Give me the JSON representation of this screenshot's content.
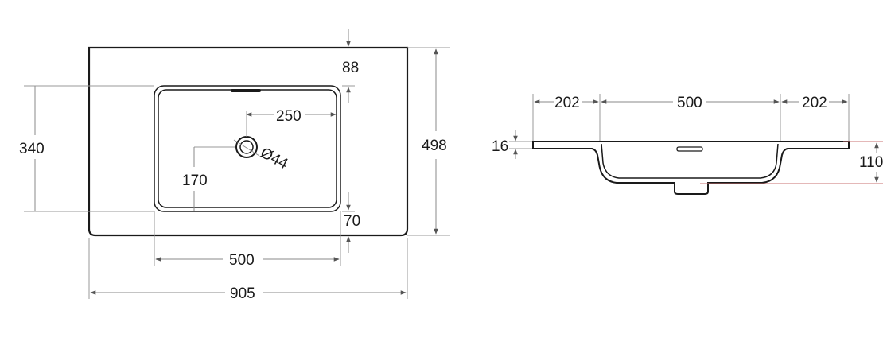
{
  "top_view": {
    "dim_top_margin": "88",
    "dim_depth": "498",
    "dim_basin_depth": "340",
    "dim_drain_from_right": "250",
    "dim_drain_diameter": "Ø44",
    "dim_drain_from_top": "170",
    "dim_front_margin": "70",
    "dim_basin_width": "500",
    "dim_total_width": "905"
  },
  "side_view": {
    "dim_left_ledge": "202",
    "dim_basin_width": "500",
    "dim_right_ledge": "202",
    "dim_thickness": "16",
    "dim_bowl_depth": "110"
  }
}
